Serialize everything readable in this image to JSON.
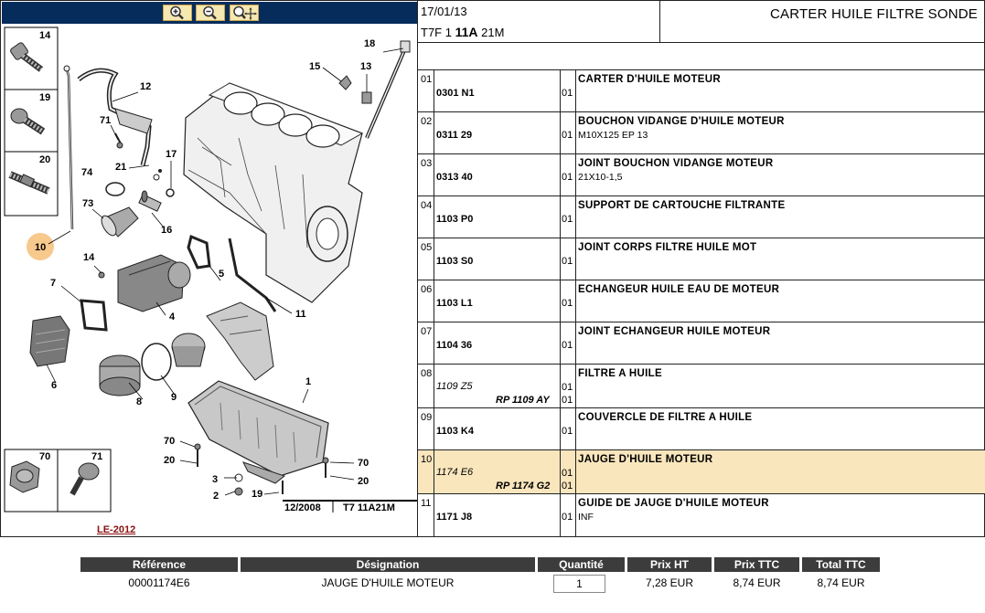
{
  "zoom_toolbar": {
    "icons": [
      "zoom-in-icon",
      "zoom-out-icon",
      "zoom-move-icon"
    ]
  },
  "diagram": {
    "callouts": [
      "14",
      "19",
      "20",
      "18",
      "15",
      "13",
      "12",
      "71",
      "21",
      "17",
      "74",
      "73",
      "16",
      "10",
      "14",
      "7",
      "4",
      "5",
      "11",
      "6",
      "8",
      "9",
      "1",
      "70",
      "20",
      "3",
      "2",
      "19",
      "70",
      "20",
      "70",
      "71"
    ],
    "stamp_date": "12/2008",
    "stamp_code": "T7 11A21M"
  },
  "header": {
    "date": "17/01/13",
    "code_prefix": "T7F 1 ",
    "code_bold": "11A",
    "code_suffix": " 21M",
    "title": "CARTER HUILE FILTRE SONDE"
  },
  "parts": [
    {
      "idx": "01",
      "ref": "0301 N1",
      "rp": "",
      "qty": "01",
      "designation": "CARTER D'HUILE MOTEUR",
      "sub": ""
    },
    {
      "idx": "02",
      "ref": "0311 29",
      "rp": "",
      "qty": "01",
      "designation": "BOUCHON VIDANGE D'HUILE MOTEUR",
      "sub": "M10X125 EP 13"
    },
    {
      "idx": "03",
      "ref": "0313 40",
      "rp": "",
      "qty": "01",
      "designation": "JOINT BOUCHON VIDANGE MOTEUR",
      "sub": "21X10-1,5"
    },
    {
      "idx": "04",
      "ref": "1103 P0",
      "rp": "",
      "qty": "01",
      "designation": "SUPPORT DE CARTOUCHE FILTRANTE",
      "sub": ""
    },
    {
      "idx": "05",
      "ref": "1103 S0",
      "rp": "",
      "qty": "01",
      "designation": "JOINT CORPS FILTRE HUILE MOT",
      "sub": ""
    },
    {
      "idx": "06",
      "ref": "1103 L1",
      "rp": "",
      "qty": "01",
      "designation": "ECHANGEUR HUILE EAU DE MOTEUR",
      "sub": ""
    },
    {
      "idx": "07",
      "ref": "1104 36",
      "rp": "",
      "qty": "01",
      "designation": "JOINT ECHANGEUR HUILE MOTEUR",
      "sub": ""
    },
    {
      "idx": "08",
      "ref": "1109 Z5",
      "rp": "RP 1109 AY",
      "qty": "01",
      "qty2": "01",
      "designation": "FILTRE A HUILE",
      "sub": ""
    },
    {
      "idx": "09",
      "ref": "1103 K4",
      "rp": "",
      "qty": "01",
      "designation": "COUVERCLE DE FILTRE A HUILE",
      "sub": ""
    },
    {
      "idx": "10",
      "ref": "1174 E6",
      "rp": "RP 1174 G2",
      "qty": "01",
      "qty2": "01",
      "designation": "JAUGE D'HUILE MOTEUR",
      "sub": ""
    },
    {
      "idx": "11",
      "ref": "1171 J8",
      "rp": "",
      "qty": "01",
      "designation": "GUIDE DE JAUGE D'HUILE MOTEUR",
      "sub": "INF"
    }
  ],
  "le_link": "LE-2012",
  "bottom_table": {
    "headers": [
      "Référence",
      "Désignation",
      "Quantité",
      "Prix HT",
      "Prix TTC",
      "Total TTC"
    ],
    "row": {
      "reference": "00001174E6",
      "designation": "JAUGE D'HUILE MOTEUR",
      "quantity": "1",
      "prix_ht": "7,28 EUR",
      "prix_ttc": "8,74 EUR",
      "total_ttc": "8,74 EUR"
    }
  },
  "colors": {
    "toolbar_bg": "#062c5c",
    "selected_row": "#f9e6bd",
    "callout_highlight": "#f7c98d",
    "link_red": "#8b1010",
    "table_header": "#3c3c3c"
  }
}
